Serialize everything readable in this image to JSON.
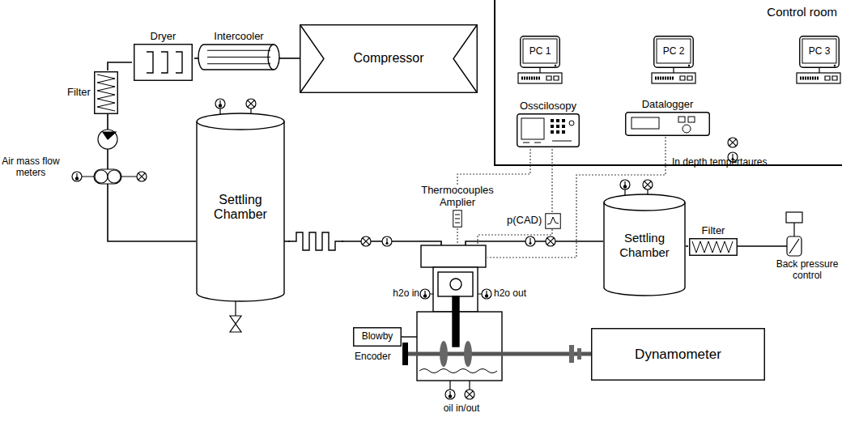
{
  "diagram": {
    "nodes": [
      {
        "text": [
          "Control room"
        ]
      },
      {
        "text": [
          "PC 1"
        ],
        "in": 0
      },
      {
        "text": [
          "PC 2"
        ],
        "in": 0
      },
      {
        "text": [
          "PC 3"
        ],
        "in": 0
      },
      {
        "text": [
          "Osscilosopy"
        ],
        "in": 0
      },
      {
        "text": [
          "Datalogger"
        ],
        "in": 0
      },
      {
        "text": [
          "Dryer"
        ]
      },
      {
        "text": [
          "Intercooler"
        ]
      },
      {
        "text": [
          "Compressor"
        ]
      },
      {
        "text": [
          "Filter"
        ]
      },
      {
        "text": [
          "Settling Chamber"
        ]
      },
      {
        "text": [
          "Thermocouples Amplier"
        ]
      },
      {
        "text": [
          "p(CAD)"
        ]
      },
      {
        "text": [
          "Settling Chamber"
        ]
      },
      {
        "text": [
          "Filter"
        ]
      },
      {
        "text": [
          "Blowby"
        ]
      },
      {
        "text": [
          "Dynamometer"
        ]
      }
    ],
    "edges": [
      {
        "from": 8,
        "to": 7,
        "arrow": "none"
      },
      {
        "from": 7,
        "to": 6,
        "arrow": "none"
      },
      {
        "from": 6,
        "to": 9,
        "arrow": "none"
      },
      {
        "from": 9,
        "to": 10,
        "arrow": "none"
      },
      {
        "from": 13,
        "to": 14,
        "arrow": "none"
      },
      {
        "from": 11,
        "to": 4,
        "arrow": "none"
      },
      {
        "from": 12,
        "to": 4,
        "arrow": "none"
      }
    ],
    "labels": [
      "Air mass flow meters",
      "In depth tempertaures",
      "h2o in",
      "h2o out",
      "Encoder",
      "oil in/out",
      "Back pressure control"
    ]
  }
}
